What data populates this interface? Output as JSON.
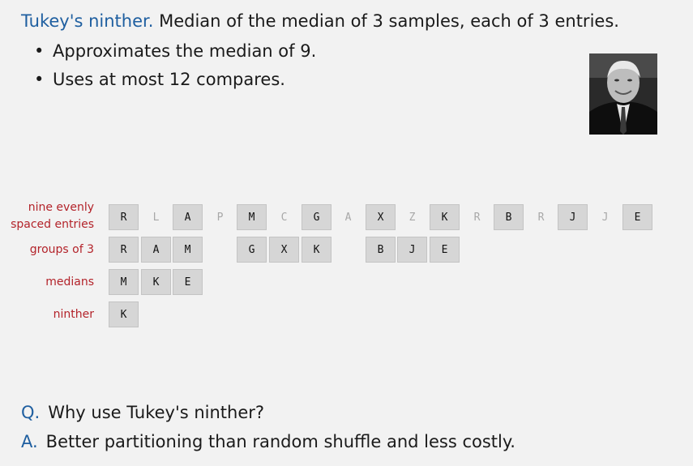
{
  "title": {
    "term": "Tukey's ninther.",
    "text": "Median of the median of 3 samples, each of 3 entries."
  },
  "bullets": [
    "Approximates the median of 9.",
    "Uses at most 12 compares."
  ],
  "rows": [
    {
      "label_lines": [
        "nine evenly",
        "spaced entries"
      ],
      "cells": [
        {
          "char": "R",
          "on": true
        },
        {
          "char": "L",
          "on": false
        },
        {
          "char": "A",
          "on": true
        },
        {
          "char": "P",
          "on": false
        },
        {
          "char": "M",
          "on": true
        },
        {
          "char": "C",
          "on": false
        },
        {
          "char": "G",
          "on": true
        },
        {
          "char": "A",
          "on": false
        },
        {
          "char": "X",
          "on": true
        },
        {
          "char": "Z",
          "on": false
        },
        {
          "char": "K",
          "on": true
        },
        {
          "char": "R",
          "on": false
        },
        {
          "char": "B",
          "on": true
        },
        {
          "char": "R",
          "on": false
        },
        {
          "char": "J",
          "on": true
        },
        {
          "char": "J",
          "on": false
        },
        {
          "char": "E",
          "on": true
        }
      ]
    },
    {
      "label_lines": [
        "groups of 3"
      ],
      "groups": [
        [
          "R",
          "A",
          "M"
        ],
        [
          "G",
          "X",
          "K"
        ],
        [
          "B",
          "J",
          "E"
        ]
      ]
    },
    {
      "label_lines": [
        "medians"
      ],
      "groups": [
        [
          "M",
          "K",
          "E"
        ]
      ]
    },
    {
      "label_lines": [
        "ninther"
      ],
      "groups": [
        [
          "K"
        ]
      ]
    }
  ],
  "qa": {
    "q_tag": "Q.",
    "q_text": "Why use Tukey's ninther?",
    "a_tag": "A.",
    "a_text": "Better partitioning than random shuffle and less costly."
  }
}
